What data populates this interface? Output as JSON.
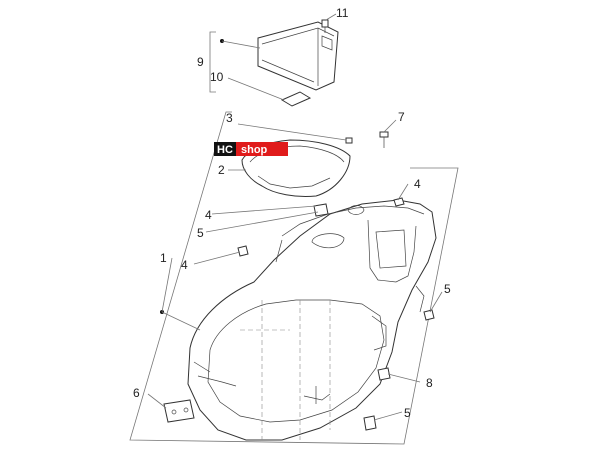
{
  "logo": {
    "left": "HC",
    "right": "shop",
    "colors": {
      "left_bg": "#111111",
      "right_bg": "#e01b1b",
      "text": "#ffffff"
    }
  },
  "callouts": {
    "c1": "1",
    "c2": "2",
    "c3": "3",
    "c4a": "4",
    "c4b": "4",
    "c4c": "4",
    "c5a": "5",
    "c5b": "5",
    "c5c": "5",
    "c6": "6",
    "c7": "7",
    "c8": "8",
    "c9": "9",
    "c10": "10",
    "c11": "11"
  }
}
